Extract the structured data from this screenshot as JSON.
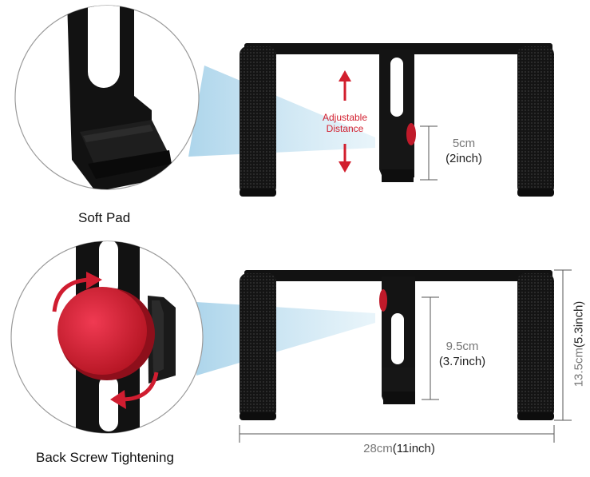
{
  "top_panel": {
    "inset_caption": "Soft Pad",
    "adjust_label_line1": "Adjustable",
    "adjust_label_line2": "Distance",
    "dimension_cm": "5cm",
    "dimension_inch": "(2inch)"
  },
  "bottom_panel": {
    "inset_caption": "Back Screw Tightening",
    "dimension_cm": "9.5cm",
    "dimension_inch": "(3.7inch)",
    "height_cm": "13.5cm",
    "height_inch": "(5.3inch)",
    "width_cm": "28cm",
    "width_inch": "(11inch)"
  },
  "colors": {
    "metal": "#111111",
    "accent_red": "#d9233a",
    "beam": "#bfe0f0",
    "dimension_line": "#555555"
  }
}
